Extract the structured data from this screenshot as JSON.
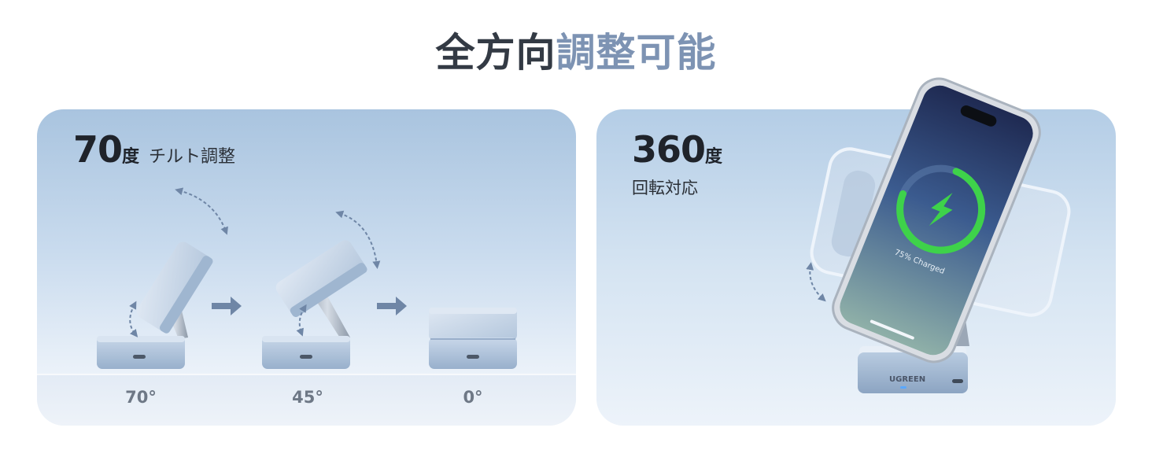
{
  "headline": {
    "part1": "全方向",
    "part2": "調整可能"
  },
  "tilt_panel": {
    "value": "70",
    "unit": "度",
    "subtitle": "チルト調整",
    "angles": [
      "70°",
      "45°",
      "0°"
    ]
  },
  "rotate_panel": {
    "value": "360",
    "unit": "度",
    "subtitle": "回転対応",
    "phone_status": "75% Charged",
    "brand": "UGREEN",
    "charge_percent": 75
  },
  "colors": {
    "accent": "#7d93b3",
    "charge_green": "#3ed24a",
    "device_blue": "#a7bfd9"
  }
}
